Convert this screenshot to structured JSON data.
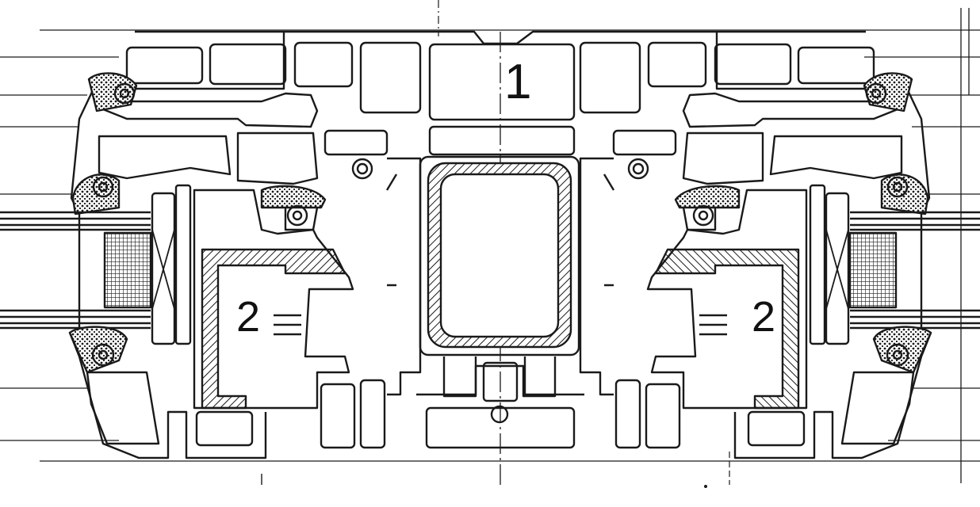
{
  "diagram": {
    "callouts": [
      {
        "id": "1",
        "text": "1"
      },
      {
        "id": "2-left",
        "text": "2"
      },
      {
        "id": "2-right",
        "text": "2"
      }
    ],
    "colors": {
      "line": "#1a1a1a",
      "paper": "#ffffff"
    }
  }
}
